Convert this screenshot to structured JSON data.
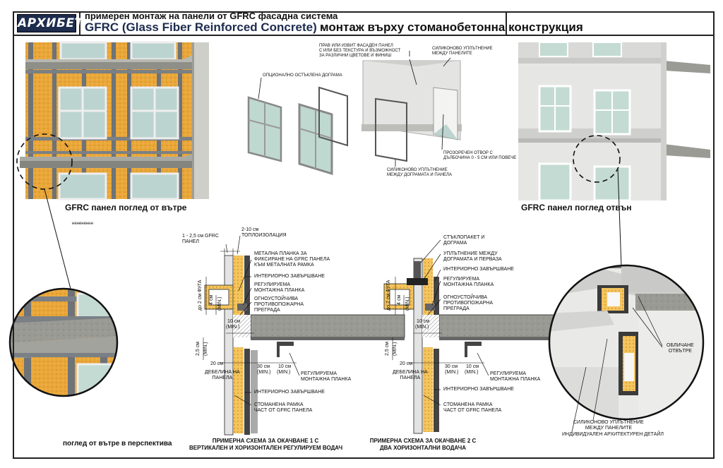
{
  "header": {
    "logo": "АРХИБЕТ",
    "title_line1": "примерен монтаж на панели от GFRC фасадна система",
    "title_gfrc": "GFRC (",
    "title_expansion": "Glass Fiber Reinforced Concrete",
    "title_close": ") -",
    "title_line2_rest": "монтаж върху стоманобетонна конструкция"
  },
  "captions": {
    "inside_view": "GFRC панел поглед от вътре",
    "outside_view": "GFRC панел поглед отвън",
    "perspective": "поглед от вътре в перспектива",
    "scheme1_line1": "ПРИМЕРНА СХЕМА ЗА ОКАЧВАНЕ 1 С",
    "scheme1_line2": "ВЕРТИКАЛЕН И ХОРИЗОНТАЛЕН РЕГУЛИРУЕМ ВОДАЧ",
    "scheme2_line1": "ПРИМЕРНА СХЕМА ЗА ОКАЧВАНЕ 2 С",
    "scheme2_line2": "ДВА ХОРИЗОНТАЛНИ ВОДАЧА",
    "placeholder_text": "ненененнн"
  },
  "center_labels": {
    "optional_glazing": "ОПЦИОНАЛНО ОСТЪКЛЕНА ДОГРАМА",
    "panel_top_1": "ПРАВ ИЛИ ИЗВИТ ФАСАДЕН ПАНЕЛ",
    "panel_top_2": "С ИЛИ БЕЗ ТЕКСТУРА И ВЪЗМОЖНОСТ",
    "panel_top_3": "ЗА РАЗЛИЧНИ ЦВЕТОВЕ И ФИНИШ",
    "seal_panels_1": "СИЛИКОНОВО УПЛЪТНЕНИЕ",
    "seal_panels_2": "МЕЖДУ ПАНЕЛИТЕ",
    "opening_1": "ПРОЗОРЕЧЕН ОТВОР С",
    "opening_2": "ДЪЛБОЧИНА 0 - 5 СМ ИЛИ ПОВЕЧЕ",
    "seal_frame_1": "СИЛИКОНОВО УПЛЪТНЕНИЕ",
    "seal_frame_2": "МЕЖДУ ДОГРАМАТА И ПАНЕЛА"
  },
  "section1": {
    "gfrc_thk_1": "1 - 2,5 см GFRC",
    "gfrc_thk_2": "ПАНЕЛ",
    "insul_1": "2-10 см",
    "insul_2": "ТОПЛОИЗОЛАЦИЯ",
    "plate_1": "МЕТАЛНА ПЛАНКА ЗА",
    "plate_2": "ФИКСИРАНЕ НА GFRC ПАНЕЛА",
    "plate_3": "КЪМ МЕТАЛНАТА РАМКА",
    "interior": "ИНТЕРИОРНО ЗАВЪРШВАНЕ",
    "adj_1": "РЕГУЛИРУЕМА",
    "adj_2": "МОНТАЖНА ПЛАНКА",
    "fire_1": "ОГНОУСТОЙЧИВА",
    "fire_2": "ПРОТИВОПОЖАРНА",
    "fire_3": "ПРЕГРАДА",
    "joint": "до 2 см ФУГА",
    "d4": "4 см",
    "min": "(MIN.)",
    "d10": "10 см",
    "d25": "2,5 см",
    "d20": "20 см",
    "d30": "30 см",
    "thick_1": "ДЕБЕЛИНА НА",
    "thick_2": "ПАНЕЛА",
    "adj2_1": "РЕГУЛИРУЕМА",
    "adj2_2": "МОНТАЖНА ПЛАНКА",
    "interior2": "ИНТЕРИОРНО ЗАВЪРШВАНЕ",
    "steel_1": "СТОМАНЕНА РАМКА",
    "steel_2": "ЧАСТ ОТ GFRC ПАНЕЛА"
  },
  "section2": {
    "glass_1": "СТЪКЛОПАКЕТ И",
    "glass_2": "ДОГРАМА",
    "seal_1": "УПЛЪТНЕНИЕ МЕЖДУ",
    "seal_2": "ДОГРАМАТА И ПЕРВАЗА",
    "interior": "ИНТЕРИОРНО ЗАВЪРШВАНЕ",
    "adj_1": "РЕГУЛИРУЕМА",
    "adj_2": "МОНТАЖНА ПЛАНКА",
    "fire_1": "ОГНОУСТОЙЧИВА",
    "fire_2": "ПРОТИВОПОЖАРНА",
    "fire_3": "ПРЕГРАДА",
    "joint": "до 2 см ФУГА",
    "d4": "4 см",
    "min": "(MIN.)",
    "d10": "10 см",
    "d25": "2,5 см",
    "d20": "20 см",
    "d30": "30 см",
    "thick_1": "ДЕБЕЛИНА НА",
    "thick_2": "ПАНЕЛА",
    "adj2_1": "РЕГУЛИРУЕМА",
    "adj2_2": "МОНТАЖНА ПЛАНКА",
    "interior2": "ИНТЕРИОРНО ЗАВЪРШВАНЕ",
    "steel_1": "СТОМАНЕНА РАМКА",
    "steel_2": "ЧАСТ ОТ GFRC ПАНЕЛА"
  },
  "right_labels": {
    "cladding_1": "ОБЛИЧАНЕ",
    "cladding_2": "ОТВЪТРЕ",
    "seal_1": "СИЛИКОНОВО УПЛЪТНЕНИЕ",
    "seal_2": "МЕЖДУ ПАНЕЛИТЕ",
    "detail": "ИНДИВИДУАЛЕН АРХИТЕКТУРЕН ДЕТАЙЛ"
  },
  "colors": {
    "navy": "#1d2b4d",
    "insulation": "#e8a832",
    "steel": "#666c72",
    "glass": "#c8dfd8",
    "panel": "#dcdcdc"
  }
}
